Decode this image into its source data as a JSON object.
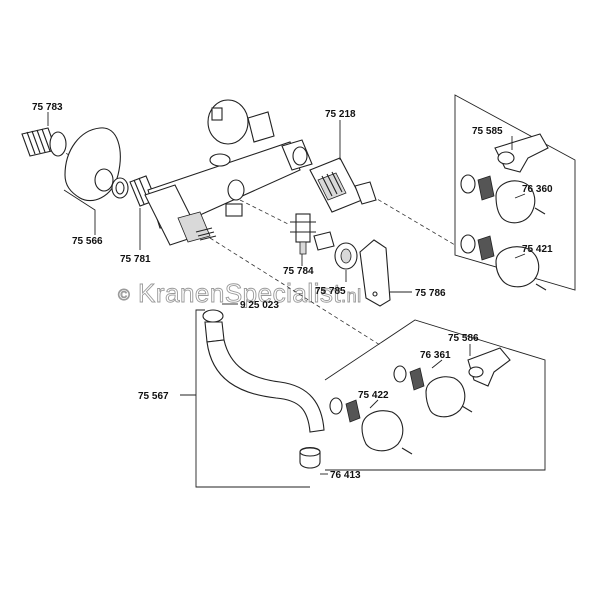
{
  "watermark": {
    "symbol": "©",
    "text_dark": "Kranen",
    "text_light": "Specialist",
    "suffix": ".nl"
  },
  "parts": {
    "p75783": "75 783",
    "p75566": "75 566",
    "p75781": "75 781",
    "p75218": "75 218",
    "p75585": "75 585",
    "p76360": "76 360",
    "p75421": "75 421",
    "p75784": "75 784",
    "p75785": "75 785",
    "p75786": "75 786",
    "p925023": "9 25 023",
    "p75567": "75 567",
    "p75586": "75 586",
    "p76361": "76 361",
    "p75422": "75 422",
    "p76413": "76 413"
  }
}
